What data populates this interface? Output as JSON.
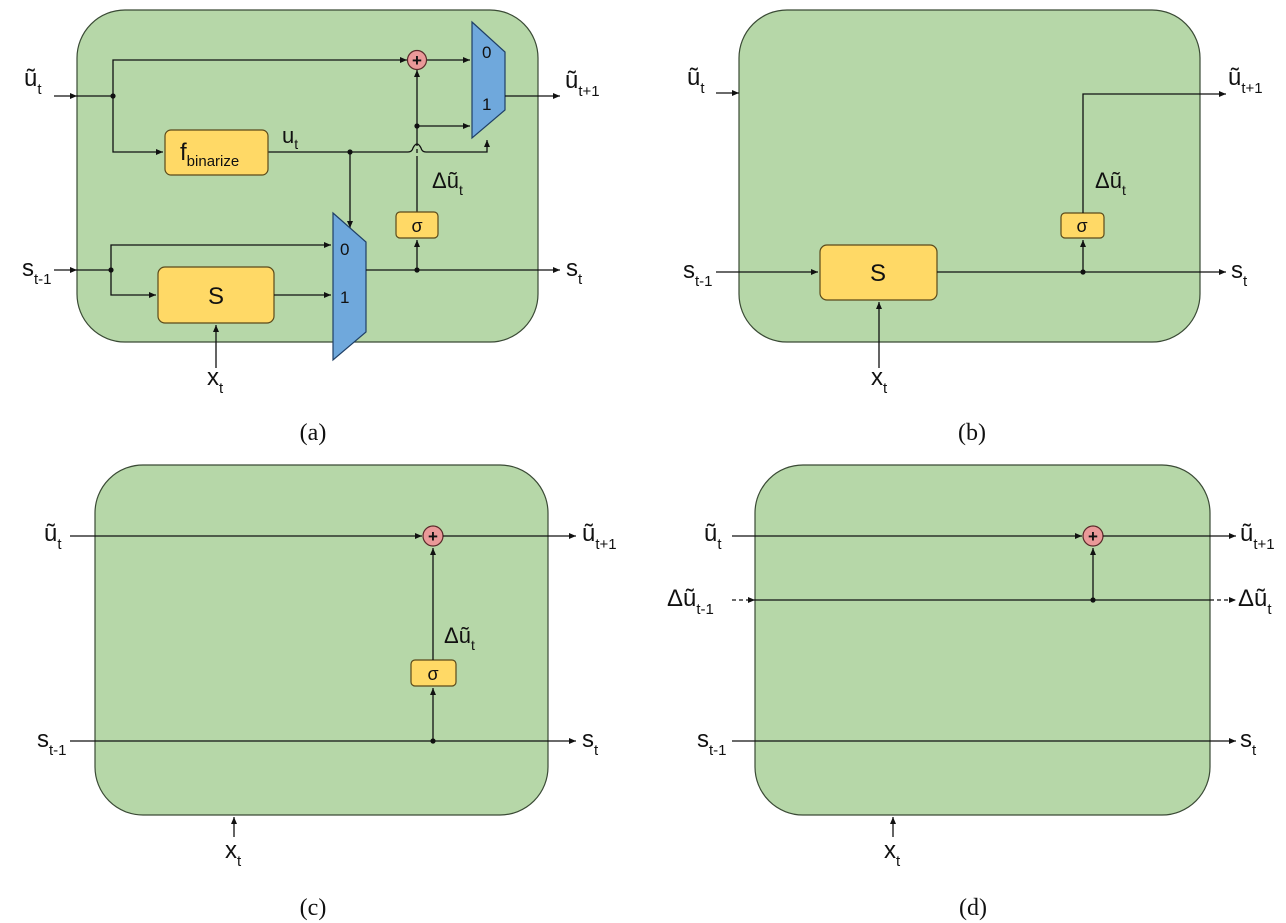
{
  "figure": {
    "panels": [
      {
        "id": "a",
        "caption": "(a)",
        "inputs": {
          "u": "ũ",
          "u_sub": "t",
          "s": "s",
          "s_sub": "t-1",
          "x": "x",
          "x_sub": "t"
        },
        "outputs": {
          "u": "ũ",
          "u_sub": "t+1",
          "s": "s",
          "s_sub": "t"
        },
        "blocks": {
          "binarize_f": "f",
          "binarize_sub": "binarize",
          "state": "S",
          "sigma": "σ",
          "plus": "+"
        },
        "mux_top": {
          "in0": "0",
          "in1": "1"
        },
        "mux_bottom": {
          "in0": "0",
          "in1": "1"
        },
        "internal_labels": {
          "u": "u",
          "u_sub": "t",
          "delta": "Δũ",
          "delta_sub": "t"
        }
      },
      {
        "id": "b",
        "caption": "(b)",
        "inputs": {
          "u": "ũ",
          "u_sub": "t",
          "s": "s",
          "s_sub": "t-1",
          "x": "x",
          "x_sub": "t"
        },
        "outputs": {
          "u": "ũ",
          "u_sub": "t+1",
          "s": "s",
          "s_sub": "t"
        },
        "blocks": {
          "state": "S",
          "sigma": "σ"
        },
        "internal_labels": {
          "delta": "Δũ",
          "delta_sub": "t"
        }
      },
      {
        "id": "c",
        "caption": "(c)",
        "inputs": {
          "u": "ũ",
          "u_sub": "t",
          "s": "s",
          "s_sub": "t-1",
          "x": "x",
          "x_sub": "t"
        },
        "outputs": {
          "u": "ũ",
          "u_sub": "t+1",
          "s": "s",
          "s_sub": "t"
        },
        "blocks": {
          "sigma": "σ",
          "plus": "+"
        },
        "internal_labels": {
          "delta": "Δũ",
          "delta_sub": "t"
        }
      },
      {
        "id": "d",
        "caption": "(d)",
        "inputs": {
          "u": "ũ",
          "u_sub": "t",
          "delta": "Δũ",
          "delta_sub": "t-1",
          "s": "s",
          "s_sub": "t-1",
          "x": "x",
          "x_sub": "t"
        },
        "outputs": {
          "u": "ũ",
          "u_sub": "t+1",
          "delta": "Δũ",
          "delta_sub": "t",
          "s": "s",
          "s_sub": "t"
        },
        "blocks": {
          "plus": "+"
        }
      }
    ],
    "colors": {
      "cell_fill": "#b6d7a8",
      "block_fill": "#ffd966",
      "mux_fill": "#6fa8dc",
      "plus_fill": "#ea9999"
    }
  }
}
